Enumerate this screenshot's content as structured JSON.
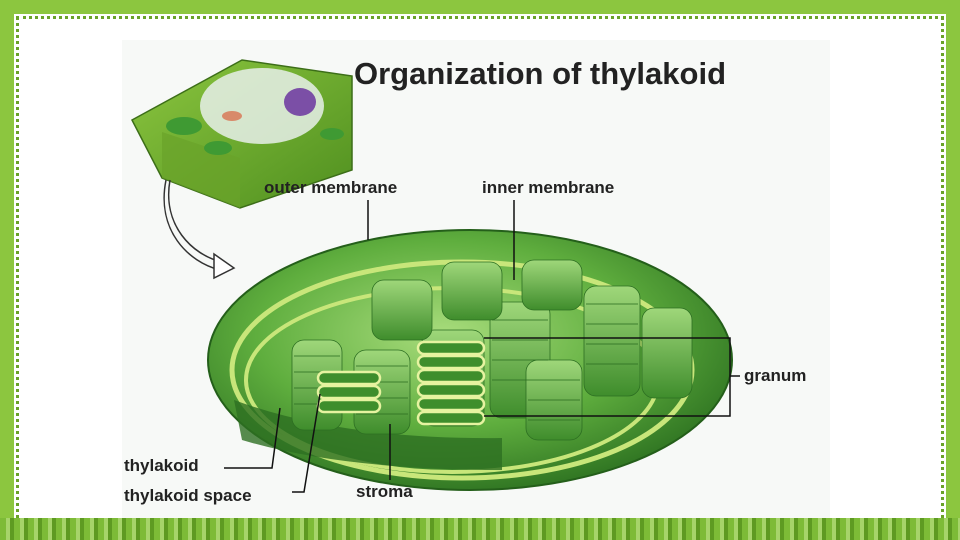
{
  "title": "Organization of thylakoid",
  "labels": {
    "outer_membrane": "outer membrane",
    "inner_membrane": "inner membrane",
    "granum": "granum",
    "thylakoid": "thylakoid",
    "thylakoid_space": "thylakoid space",
    "stroma": "stroma"
  },
  "colors": {
    "frame": "#8cc63f",
    "chloroplast_dark": "#2f7d23",
    "chloroplast_light": "#8ed36b",
    "membrane_highlight": "#c8e67a"
  },
  "icons": [
    "plant-cell-illustration",
    "curved-arrow-icon"
  ]
}
